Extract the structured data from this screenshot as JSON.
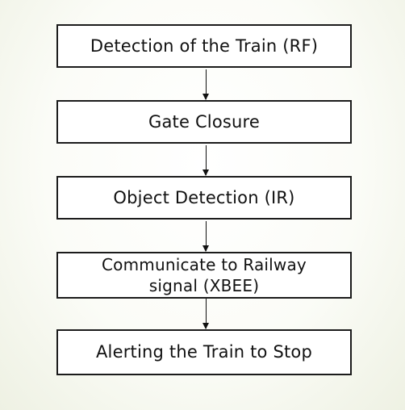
{
  "flowchart": {
    "steps": [
      {
        "label": "Detection of the Train (RF)"
      },
      {
        "label": "Gate Closure"
      },
      {
        "label": "Object Detection (IR)"
      },
      {
        "label": "Communicate to Railway\nsignal (XBEE)"
      },
      {
        "label": "Alerting the Train to Stop"
      }
    ],
    "connections": [
      {
        "from": 0,
        "to": 1
      },
      {
        "from": 1,
        "to": 2
      },
      {
        "from": 2,
        "to": 3
      },
      {
        "from": 3,
        "to": 4
      }
    ]
  }
}
